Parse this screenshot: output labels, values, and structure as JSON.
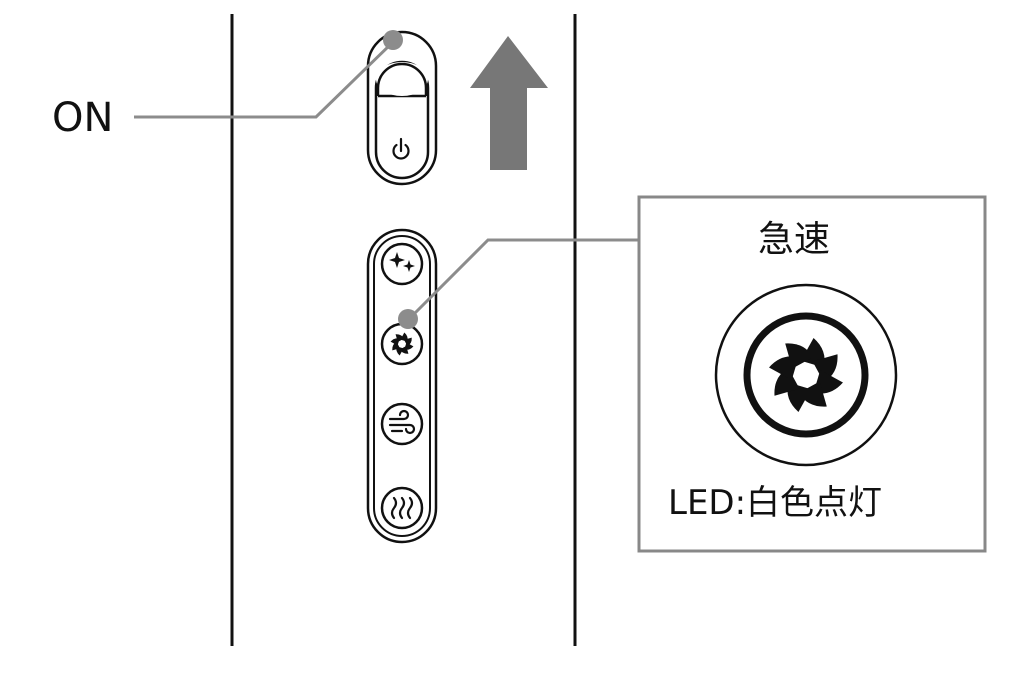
{
  "labels": {
    "on": "ON",
    "mode_title": "急速",
    "led_status": "LED:白色点灯"
  },
  "buttons": {
    "power": {
      "icon": "power-icon"
    },
    "mode_list": [
      {
        "icon": "sparkle-icon"
      },
      {
        "icon": "turbo-fan-icon",
        "highlighted": true
      },
      {
        "icon": "wind-icon"
      },
      {
        "icon": "heat-icon"
      }
    ]
  },
  "indicators": {
    "direction": "up-arrow-icon"
  },
  "colors": {
    "line": "#111111",
    "leader": "#8c8c8c",
    "arrow": "#777777",
    "callout_border": "#888888"
  }
}
